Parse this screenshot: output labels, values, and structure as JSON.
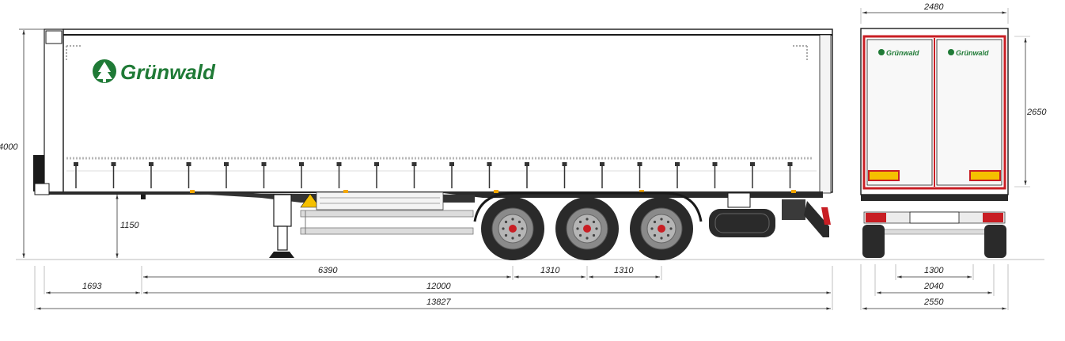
{
  "brand": {
    "name": "Grünwald",
    "color": "#1f7a36"
  },
  "colors": {
    "body_outline": "#1a1a1a",
    "door_frame": "#c81e24",
    "marker_amber": "#f5a800",
    "chassis": "#2a2a2a"
  },
  "side_view": {
    "dimensions": {
      "total_height": "4000",
      "coupling_height": "1150",
      "kingpin_to_front": "1693",
      "kingpin_to_first_axle": "6390",
      "axle_spacing_1": "1310",
      "axle_spacing_2": "1310",
      "body_length_inner": "12000",
      "overall_length": "13827"
    }
  },
  "rear_view": {
    "dimensions": {
      "overall_width_top": "2480",
      "door_height": "2650",
      "track_width": "1300",
      "inner_width": "2040",
      "overall_width": "2550"
    }
  }
}
